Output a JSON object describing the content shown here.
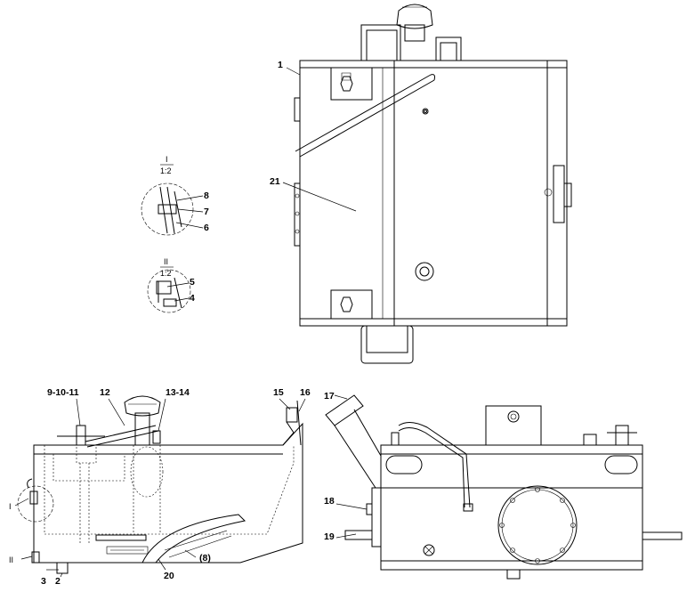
{
  "labels": {
    "p1": "1",
    "p21": "21",
    "p8": "8",
    "p7": "7",
    "p6": "6",
    "p5": "5",
    "p4": "4",
    "p9_10_11": "9-10-11",
    "p12": "12",
    "p13_14": "13-14",
    "p15": "15",
    "p16": "16",
    "p17": "17",
    "p18": "18",
    "p19": "19",
    "p20": "20",
    "p8_ref": "(8)",
    "p3": "3",
    "p2": "2",
    "ref_I": "I",
    "ref_II": "II"
  },
  "details": {
    "detail_I": {
      "name": "I",
      "scale": "1:2"
    },
    "detail_II": {
      "name": "II",
      "scale": "1:2"
    }
  },
  "colors": {
    "line": "#000000",
    "background": "#ffffff"
  }
}
